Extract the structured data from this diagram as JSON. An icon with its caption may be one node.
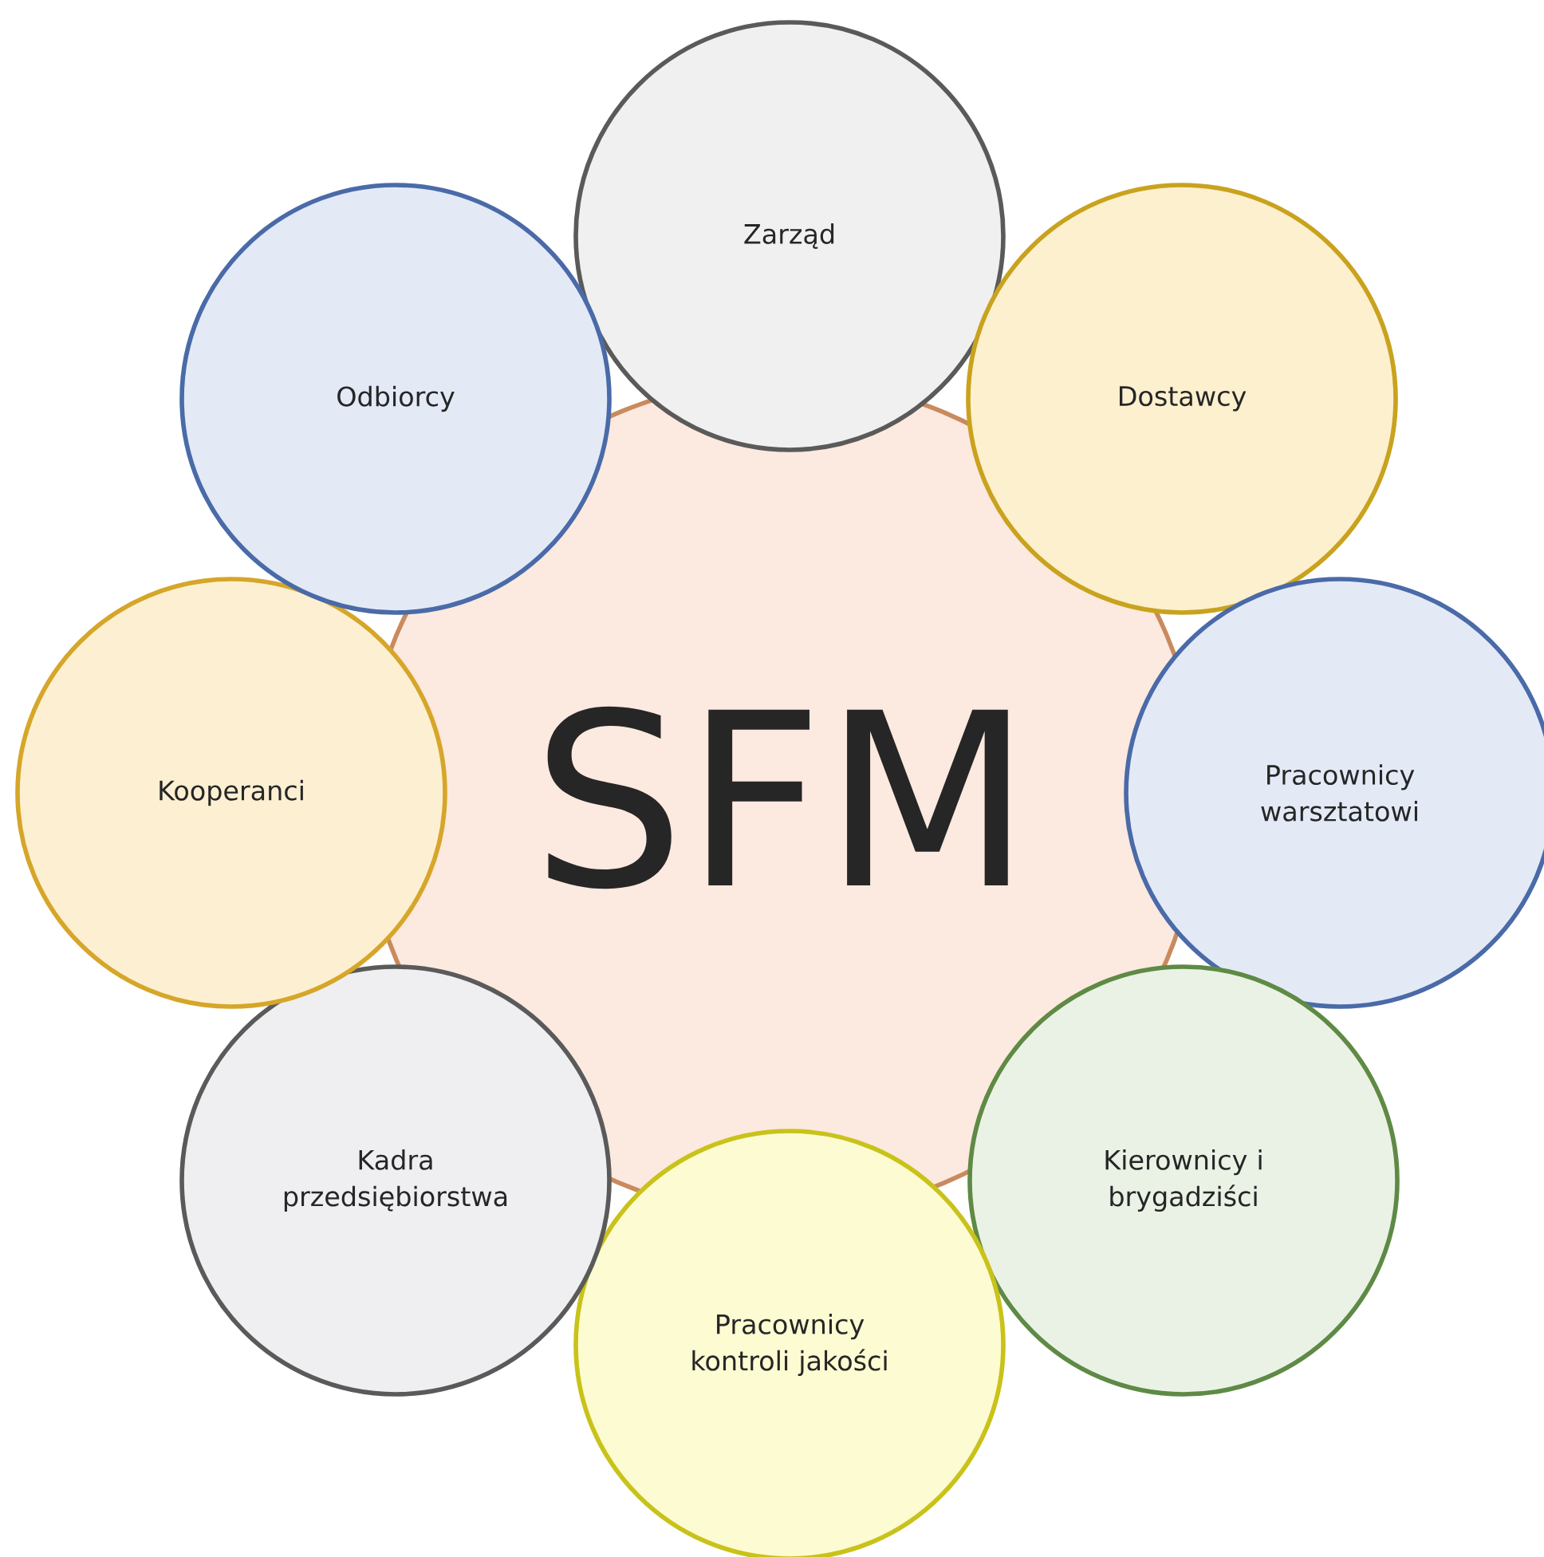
{
  "diagram": {
    "nodes": [
      {
        "text": [
          "SFM"
        ]
      },
      {
        "text": [
          "Zarząd"
        ]
      },
      {
        "text": [
          "Dostawcy"
        ]
      },
      {
        "text": [
          "Pracownicy warsztatowi"
        ]
      },
      {
        "text": [
          "Kierownicy i brygadziści"
        ]
      },
      {
        "text": [
          "Pracownicy kontroli jakości"
        ]
      },
      {
        "text": [
          "Kadra przedsiębiorstwa"
        ]
      },
      {
        "text": [
          "Kooperanci"
        ]
      },
      {
        "text": [
          "Odbiorcy"
        ]
      }
    ]
  }
}
